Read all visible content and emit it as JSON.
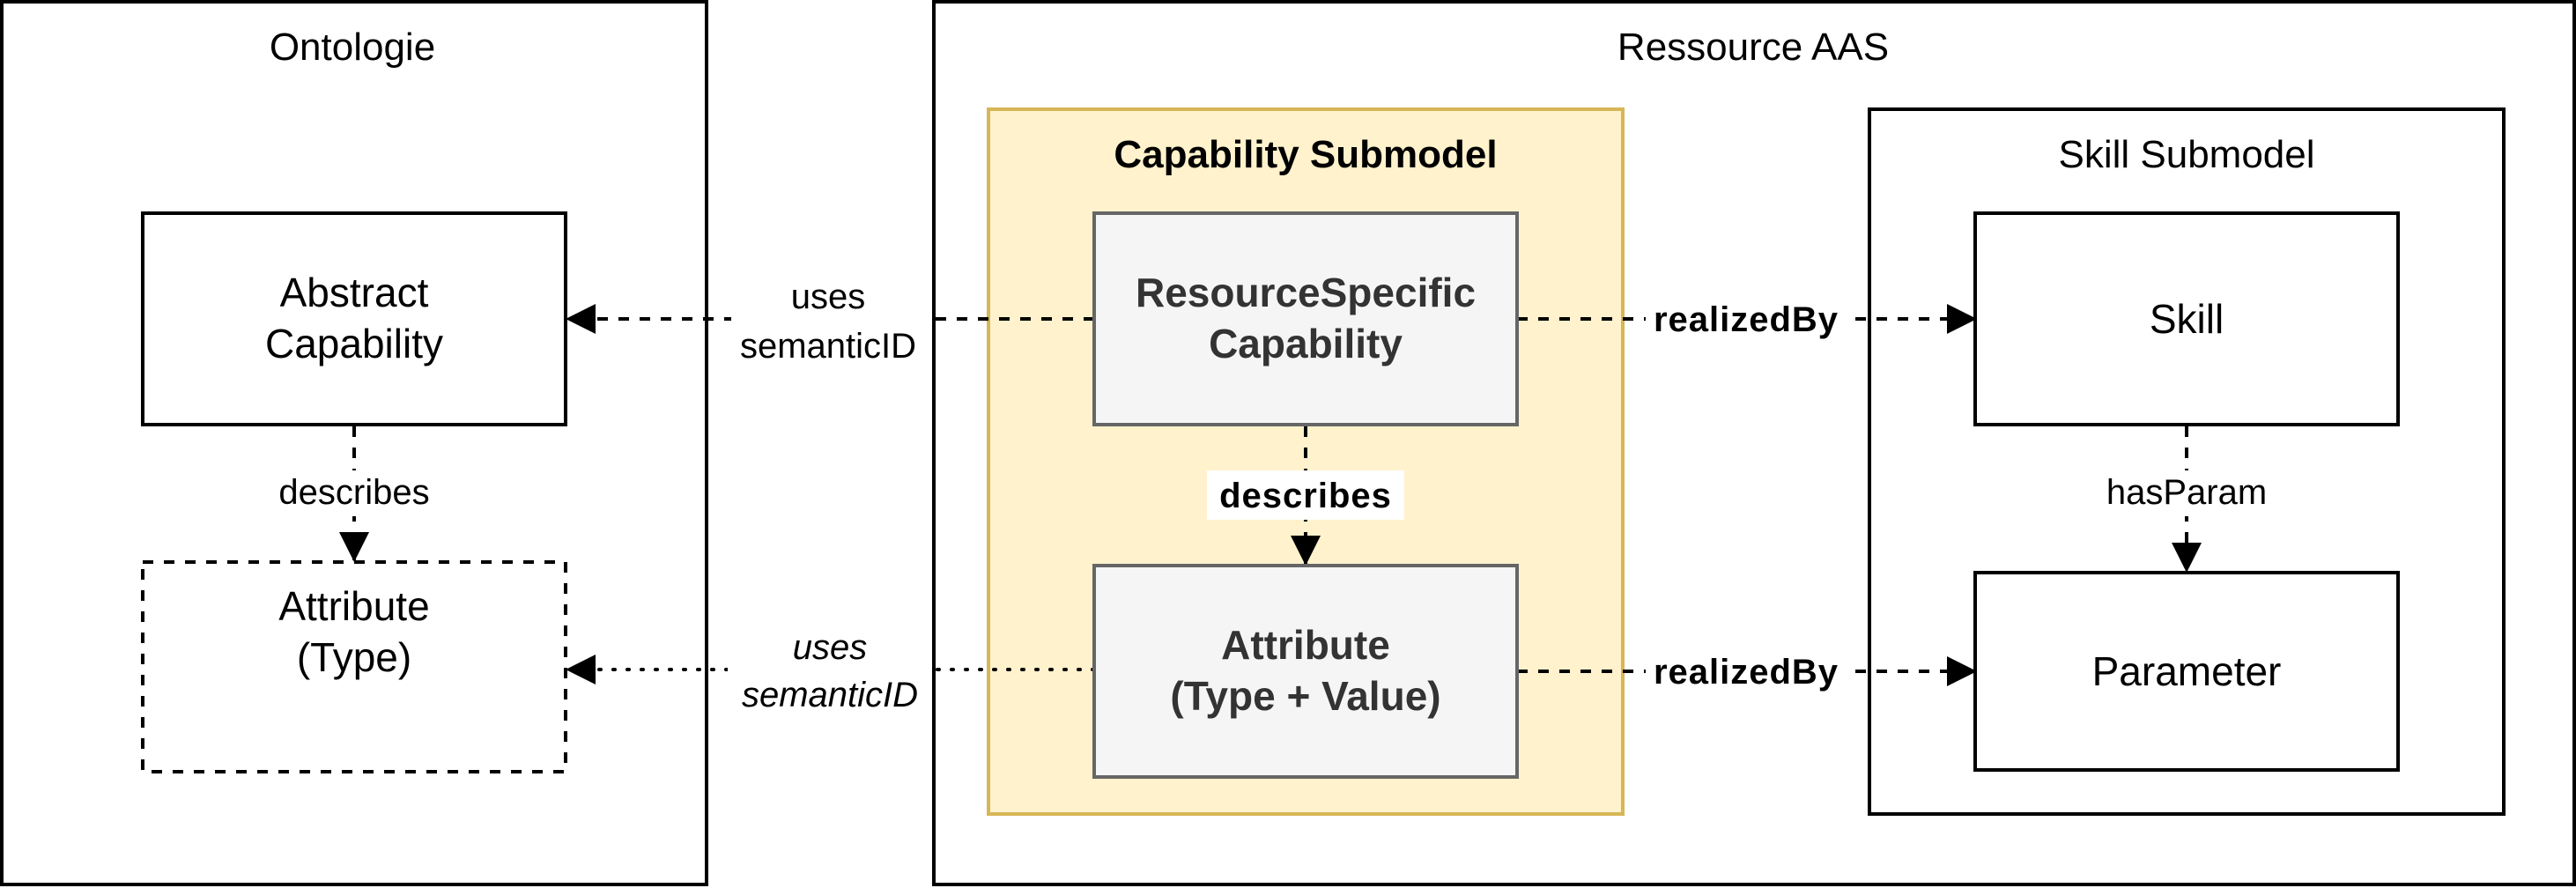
{
  "containers": {
    "ontology": {
      "title": "Ontologie"
    },
    "resource_aas": {
      "title": "Ressource AAS"
    },
    "capability_submodel": {
      "title": "Capability Submodel",
      "fill": "#fff2cc",
      "stroke": "#d6b656"
    },
    "skill_submodel": {
      "title": "Skill Submodel"
    }
  },
  "nodes": {
    "abstract_capability": {
      "line1": "Abstract",
      "line2": "Capability"
    },
    "attribute_type": {
      "line1": "Attribute",
      "line2": "(Type)"
    },
    "resource_specific_capability": {
      "line1": "ResourceSpecific",
      "line2": "Capability",
      "fill": "#f5f5f5",
      "stroke": "#666666"
    },
    "attribute_type_value": {
      "line1": "Attribute",
      "line2": "(Type + Value)",
      "fill": "#f5f5f5",
      "stroke": "#666666"
    },
    "skill": {
      "line1": "Skill"
    },
    "parameter": {
      "line1": "Parameter"
    }
  },
  "edges": {
    "uses_semantic_id_top": {
      "line1": "uses",
      "line2": "semanticID"
    },
    "uses_semantic_id_bottom": {
      "line1": "uses",
      "line2": "semanticID"
    },
    "describes_left": {
      "label": "describes"
    },
    "describes_center": {
      "label": "describes"
    },
    "has_param": {
      "label": "hasParam"
    },
    "realized_by_top": {
      "label": "realizedBy"
    },
    "realized_by_bottom": {
      "label": "realizedBy"
    }
  }
}
